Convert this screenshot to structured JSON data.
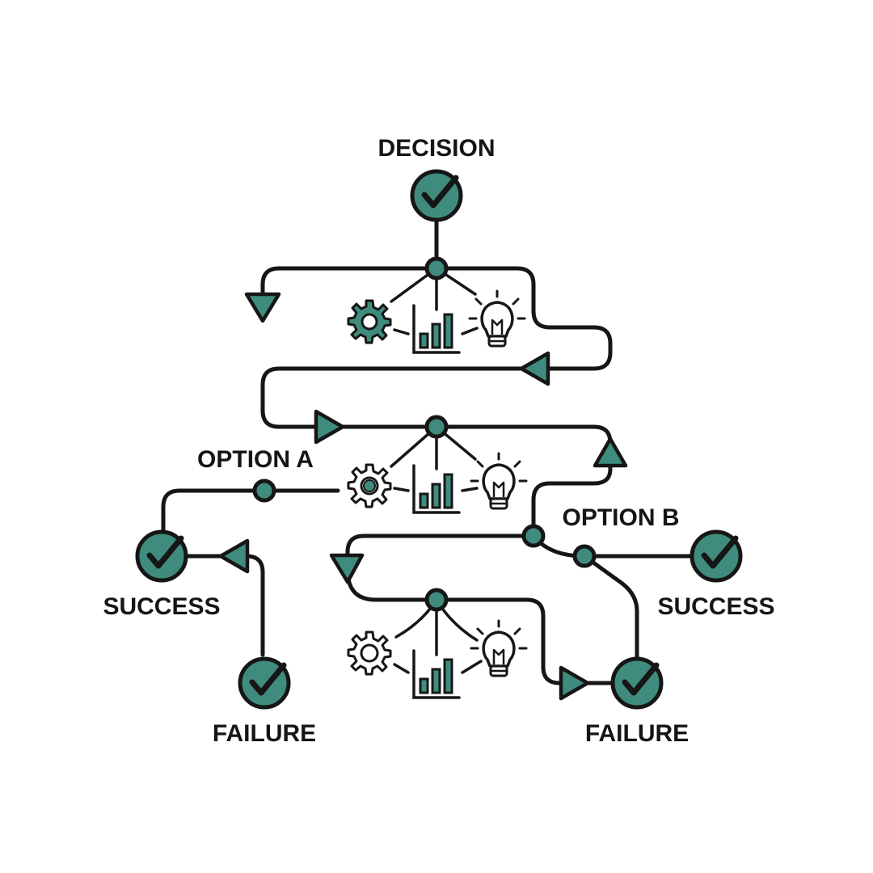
{
  "labels": {
    "decision": "DECISION",
    "option_a": "OPTION A",
    "option_b": "OPTION B",
    "success_left": "SUCCESS",
    "failure_left": "FAILURE",
    "success_right": "SUCCESS",
    "failure_right": "FAILURE"
  },
  "colors": {
    "accent": "#3f8c7e",
    "stroke": "#161616",
    "background": "#ffffff"
  },
  "icons": {
    "outcome": "check-circle-icon",
    "cluster": [
      "gear-icon",
      "bar-chart-icon",
      "lightbulb-icon"
    ]
  }
}
